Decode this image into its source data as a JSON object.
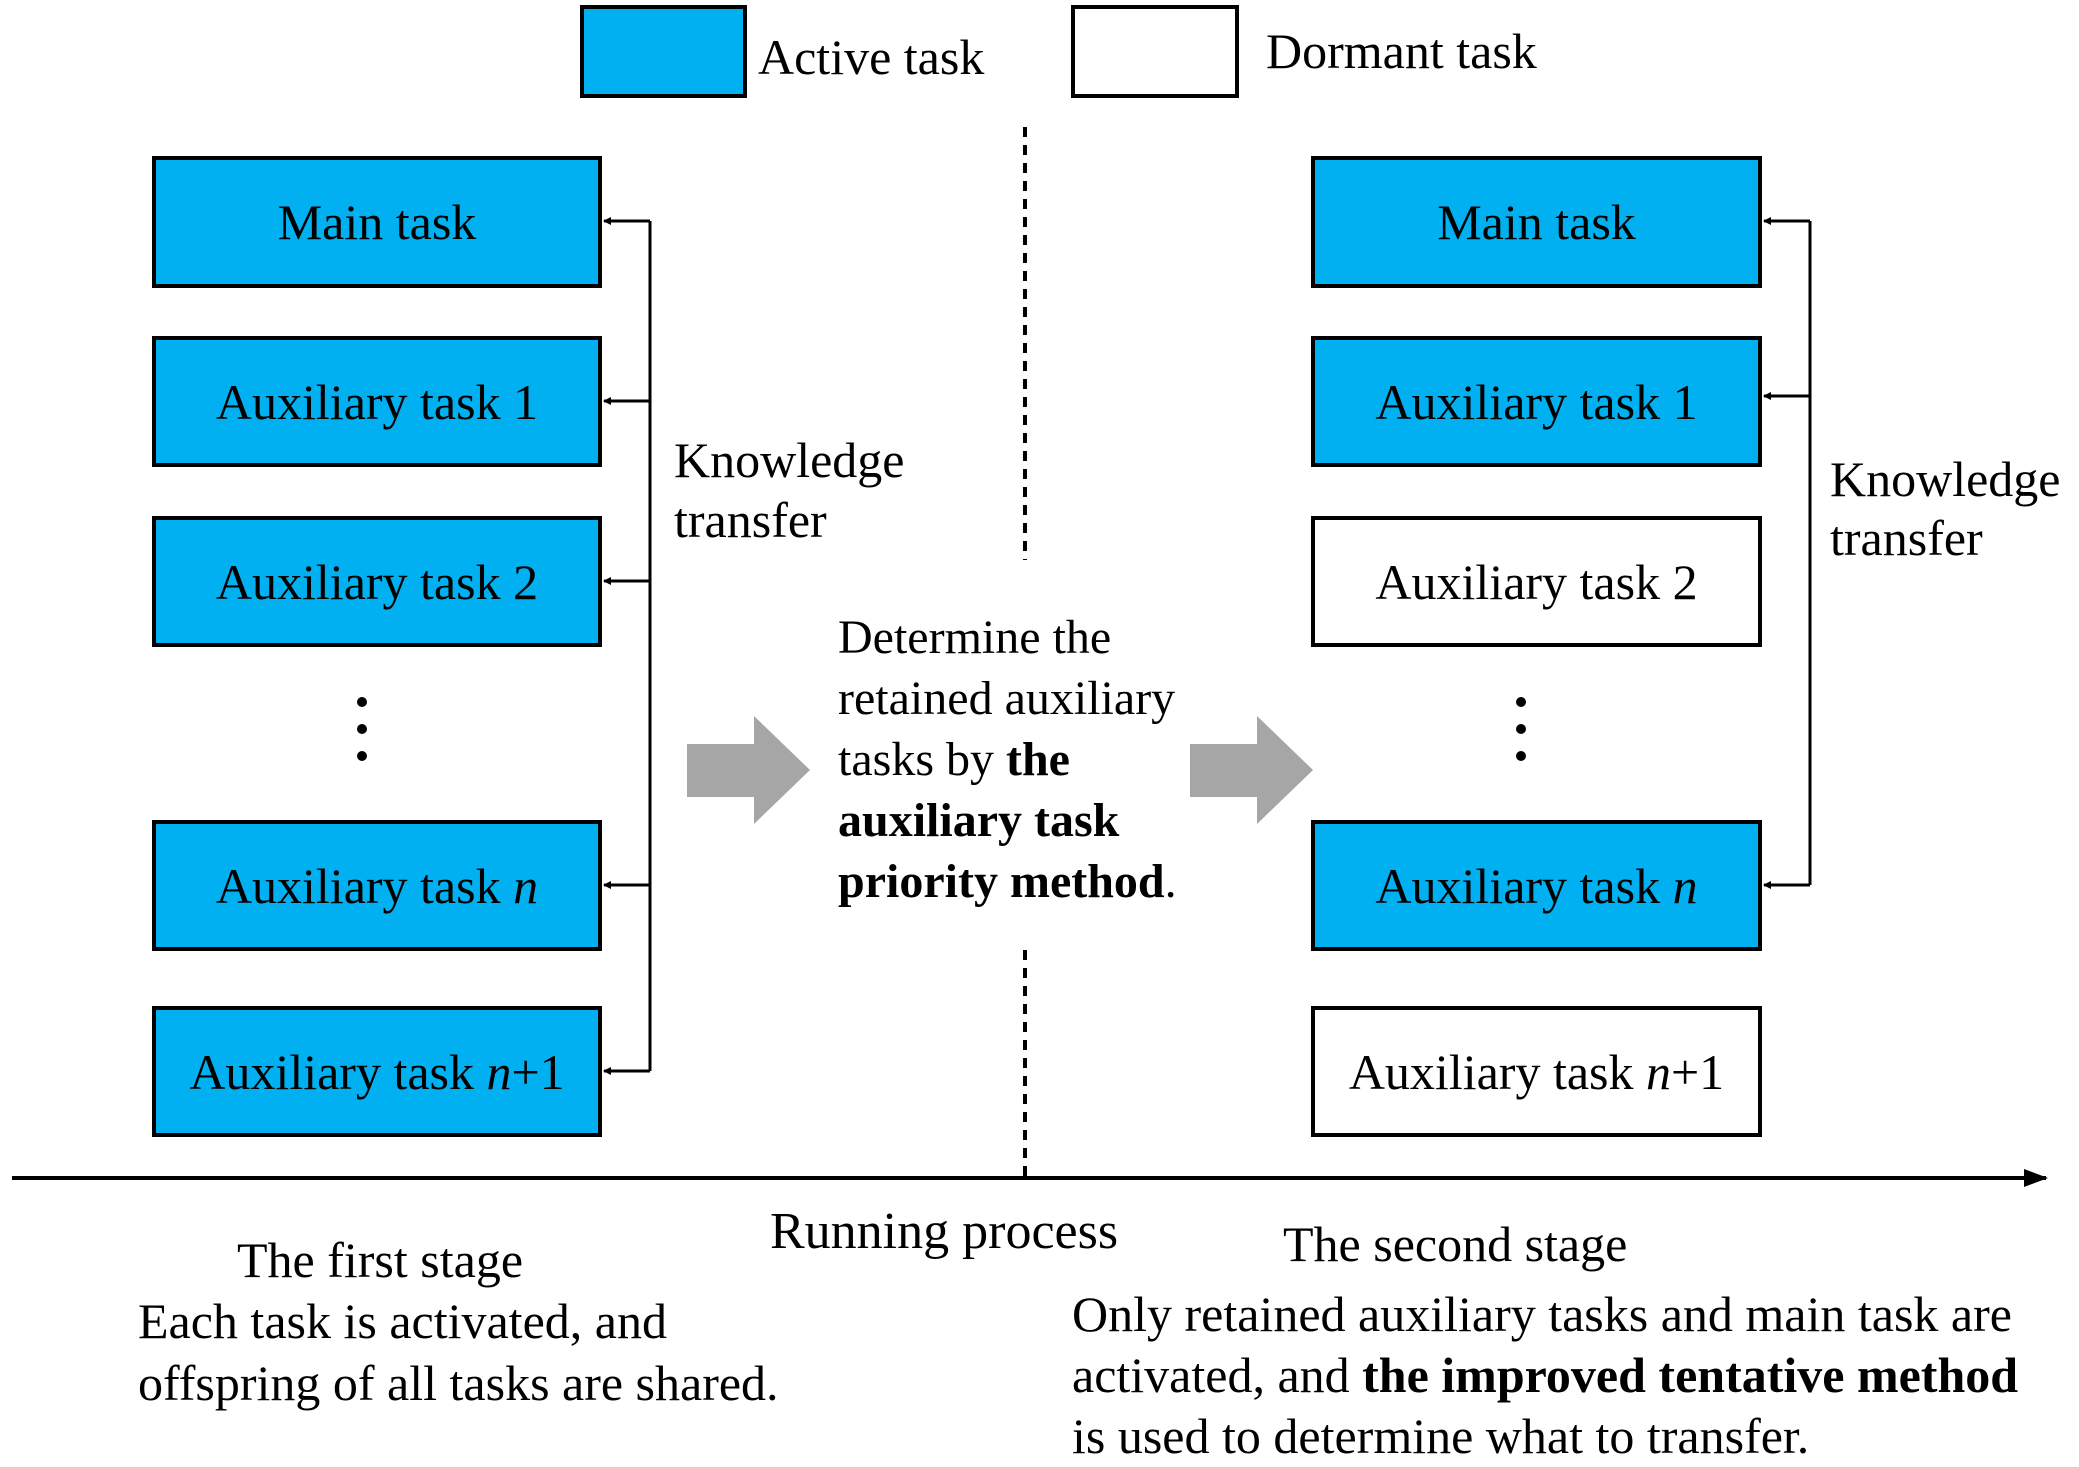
{
  "colors": {
    "active": "#00b0f0",
    "dormant": "#ffffff",
    "arrow": "#a6a6a6"
  },
  "legend": {
    "active": "Active task",
    "dormant": "Dormant task"
  },
  "stage1": {
    "tasks": [
      {
        "label": "Main task",
        "suffix": "",
        "state": "active"
      },
      {
        "label": "Auxiliary task 1",
        "suffix": "",
        "state": "active"
      },
      {
        "label": "Auxiliary task 2",
        "suffix": "",
        "state": "active"
      },
      {
        "label": "Auxiliary task ",
        "italic": "n",
        "suffix": "",
        "state": "active"
      },
      {
        "label": "Auxiliary task ",
        "italic": "n",
        "suffix": "+1",
        "state": "active"
      }
    ],
    "transfer_line1": "Knowledge",
    "transfer_line2": "transfer",
    "title": "The first stage",
    "desc_line1": "Each task is activated, and",
    "desc_line2": "offspring of all tasks are shared."
  },
  "middle": {
    "line1": "Determine the",
    "line2": "retained auxiliary",
    "line3_plain": "tasks by ",
    "line3_bold": "the",
    "line4_bold": "auxiliary task",
    "line5_bold": "priority method",
    "line5_plain": "."
  },
  "stage2": {
    "tasks": [
      {
        "label": "Main task",
        "suffix": "",
        "state": "active"
      },
      {
        "label": "Auxiliary task 1",
        "suffix": "",
        "state": "active"
      },
      {
        "label": "Auxiliary task 2",
        "suffix": "",
        "state": "dormant"
      },
      {
        "label": "Auxiliary task ",
        "italic": "n",
        "suffix": "",
        "state": "active"
      },
      {
        "label": "Auxiliary task ",
        "italic": "n",
        "suffix": "+1",
        "state": "dormant"
      }
    ],
    "transfer_line1": "Knowledge",
    "transfer_line2": "transfer",
    "title": "The second stage",
    "desc_line1": "Only retained auxiliary tasks and main task are",
    "desc_line2_plain": "activated, and ",
    "desc_line2_bold": "the improved tentative method",
    "desc_line3": "is used to determine what to transfer."
  },
  "axis_label": "Running process"
}
